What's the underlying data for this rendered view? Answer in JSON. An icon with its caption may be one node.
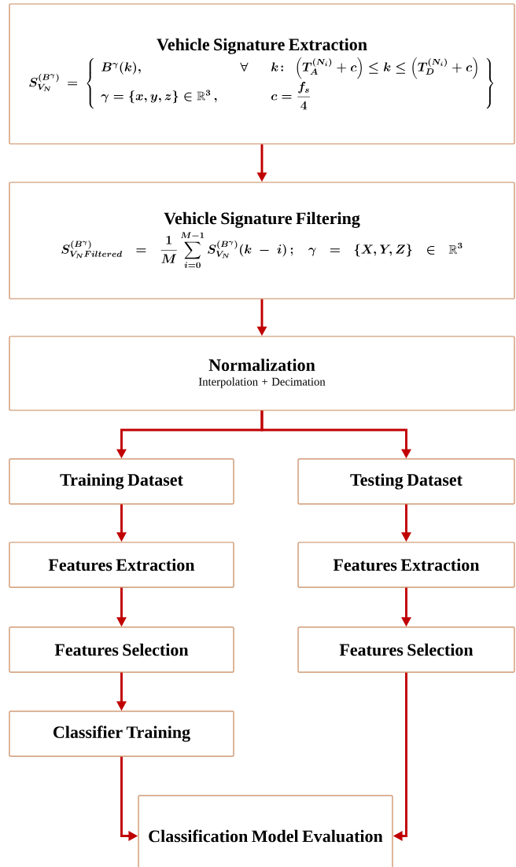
{
  "diagram": {
    "nodes": [
      {
        "text": [
          "Vehicle Signature Extraction",
          "S_{V_N}^{(B^{\\gamma})}=\\left\\{\\begin{array}{lll}B^{\\gamma}(k), & \\quad\\forall\\quad & k\\colon\\ \\left(T_A^{(N_i)}+c\\right)\\le k\\le\\left(T_D^{(N_i)}+c\\right)\\\\[6pt] \\gamma=\\{x,y,z\\}\\in\\mathbb{R}^3\\,, & & c=\\dfrac{f_s}{4}\\end{array}\\right\\}"
        ]
      },
      {
        "text": [
          "Vehicle Signature Filtering",
          "S_{V_N Filtered}^{(B^{\\gamma})}=\\frac{1}{M}\\sum_{i=0}^{M-1}S_{V_N}^{(B^{\\gamma})}(k-i)\\,;\\quad \\gamma=\\{X,Y,Z\\}\\in\\mathbb{R}^3"
        ]
      },
      {
        "text": [
          "Normalization",
          "Interpolation + Decimation"
        ]
      },
      {
        "text": [
          "Training Dataset"
        ]
      },
      {
        "text": [
          "Testing Dataset"
        ]
      },
      {
        "text": [
          "Features Extraction"
        ]
      },
      {
        "text": [
          "Features Extraction"
        ]
      },
      {
        "text": [
          "Features Selection"
        ]
      },
      {
        "text": [
          "Features Selection"
        ]
      },
      {
        "text": [
          "Classifier Training"
        ]
      },
      {
        "text": [
          "Classification Model Evaluation"
        ]
      }
    ],
    "edges": [
      {
        "from": 0,
        "to": 1,
        "arrow": "to"
      },
      {
        "from": 1,
        "to": 2,
        "arrow": "to"
      },
      {
        "from": 2,
        "to": 3,
        "arrow": "to"
      },
      {
        "from": 2,
        "to": 4,
        "arrow": "to"
      },
      {
        "from": 3,
        "to": 5,
        "arrow": "to"
      },
      {
        "from": 4,
        "to": 6,
        "arrow": "to"
      },
      {
        "from": 5,
        "to": 7,
        "arrow": "to"
      },
      {
        "from": 6,
        "to": 8,
        "arrow": "to"
      },
      {
        "from": 7,
        "to": 9,
        "arrow": "to"
      },
      {
        "from": 9,
        "to": 10,
        "arrow": "to"
      },
      {
        "from": 8,
        "to": 10,
        "arrow": "to"
      }
    ]
  }
}
